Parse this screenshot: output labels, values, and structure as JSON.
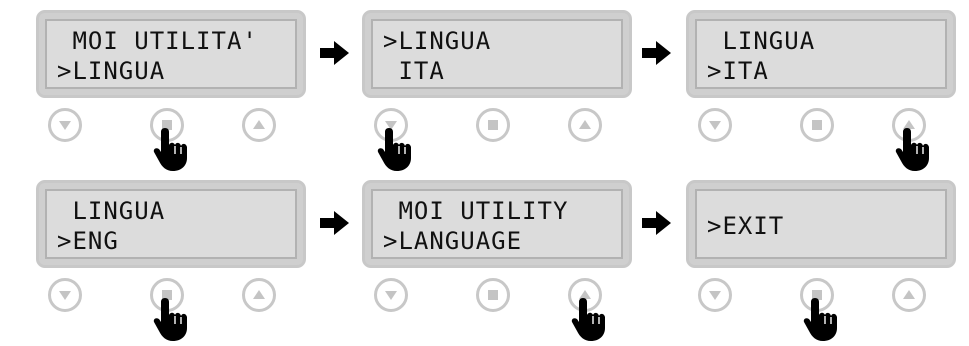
{
  "panels": [
    {
      "line1": " MOI UTILITA'",
      "line2": ">LINGUA",
      "pressed": "ok"
    },
    {
      "line1": ">LINGUA",
      "line2": " ITA",
      "pressed": "down"
    },
    {
      "line1": " LINGUA",
      "line2": ">ITA",
      "pressed": "up"
    },
    {
      "line1": " LINGUA",
      "line2": ">ENG",
      "pressed": "ok"
    },
    {
      "line1": " MOI UTILITY",
      "line2": ">LANGUAGE",
      "pressed": "up"
    },
    {
      "line1": ">EXIT",
      "line2": "",
      "pressed": "ok"
    }
  ],
  "buttons": {
    "down": "down-button",
    "ok": "ok-button",
    "up": "up-button"
  },
  "colors": {
    "lcd_bg": "#dcdcdc",
    "frame": "#c8c8c8",
    "button_fill": "#c4c4c4",
    "arrow": "#000000"
  }
}
